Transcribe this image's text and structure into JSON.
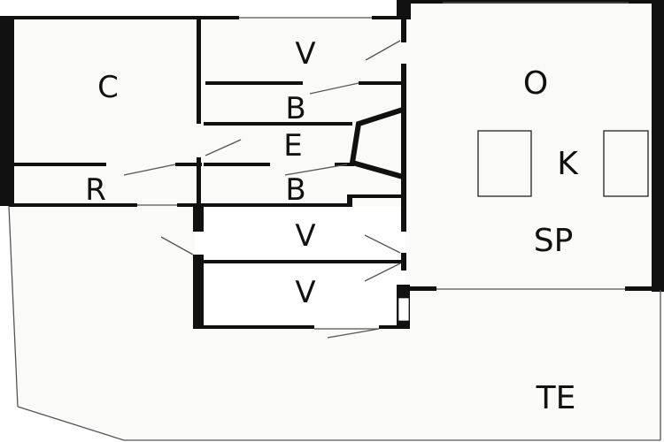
{
  "colors": {
    "background": "#ffffff",
    "floor": "#fafaf8",
    "wall": "#111111",
    "line": "#555555"
  },
  "rooms": {
    "c": "C",
    "r": "R",
    "v1": "V",
    "b1": "B",
    "e": "E",
    "b2": "B",
    "v2": "V",
    "v3": "V",
    "o": "O",
    "k": "K",
    "sp": "SP",
    "te": "TE"
  }
}
